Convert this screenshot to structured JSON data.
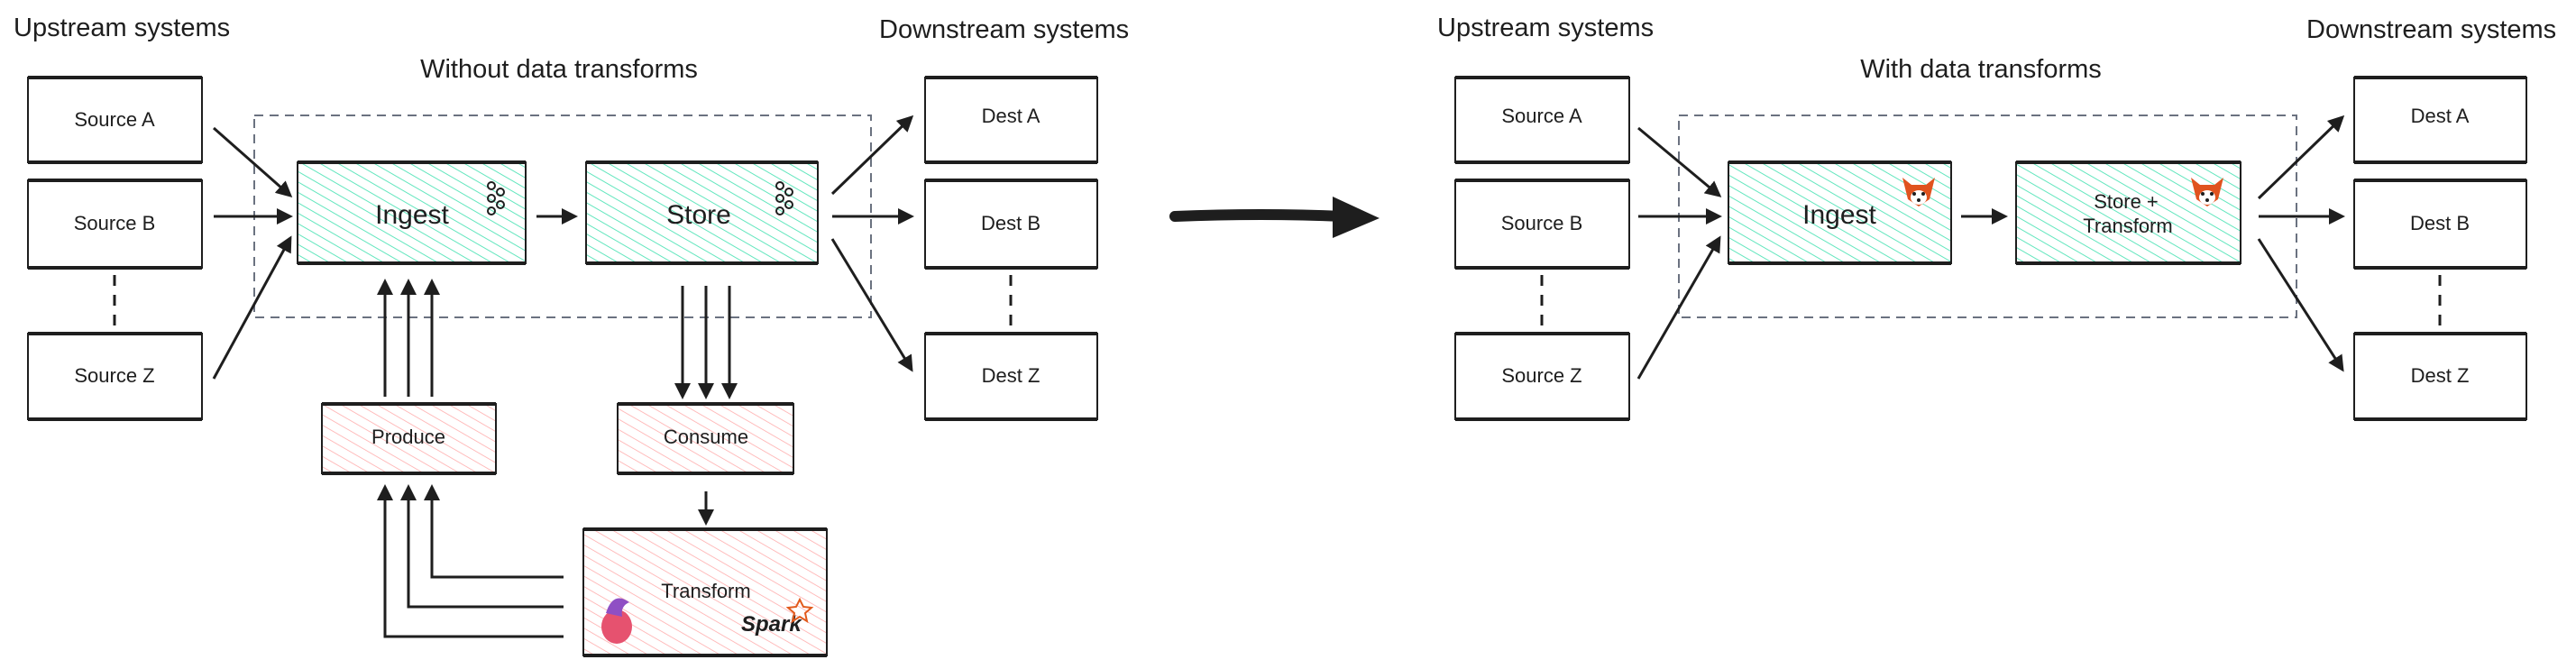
{
  "left": {
    "upstream_label": "Upstream systems",
    "downstream_label": "Downstream systems",
    "title": "Without data transforms",
    "sources": [
      "Source A",
      "Source B",
      "Source Z"
    ],
    "dests": [
      "Dest A",
      "Dest B",
      "Dest Z"
    ],
    "ingest": "Ingest",
    "store": "Store",
    "produce": "Produce",
    "consume": "Consume",
    "transform": "Transform",
    "spark_logo": "Spark",
    "icons": [
      "kafka-icon",
      "flink-icon",
      "spark-icon"
    ]
  },
  "right": {
    "upstream_label": "Upstream systems",
    "downstream_label": "Downstream systems",
    "title": "With data transforms",
    "sources": [
      "Source A",
      "Source B",
      "Source Z"
    ],
    "dests": [
      "Dest A",
      "Dest B",
      "Dest Z"
    ],
    "ingest": "Ingest",
    "store_line1": "Store +",
    "store_line2": "Transform",
    "icons": [
      "redpanda-icon"
    ]
  },
  "colors": {
    "teal_hatch": "#63e6be",
    "red_hatch": "#ffa8a8",
    "stroke": "#1e1e1e",
    "container": "#6b7280"
  }
}
